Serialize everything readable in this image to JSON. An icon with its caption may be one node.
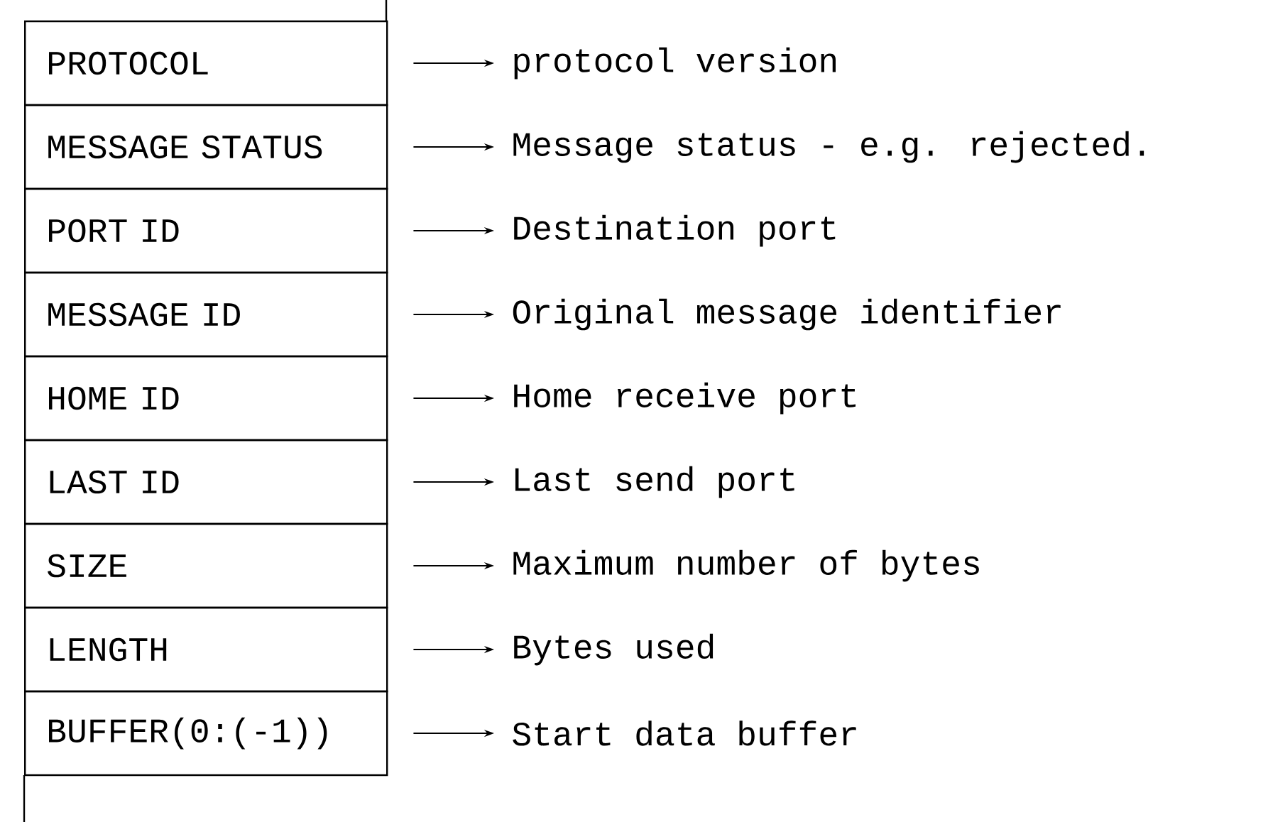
{
  "diagram": {
    "nodes": [
      {
        "text": [
          "PROTOCOL"
        ]
      },
      {
        "text": [
          "protocol version"
        ]
      },
      {
        "text": [
          "MESSAGE STATUS"
        ]
      },
      {
        "text": [
          "Message status - e.g. rejected."
        ]
      },
      {
        "text": [
          "PORT ID"
        ]
      },
      {
        "text": [
          "Destination port"
        ]
      },
      {
        "text": [
          "MESSAGE ID"
        ]
      },
      {
        "text": [
          "Original message identifier"
        ]
      },
      {
        "text": [
          "HOME ID"
        ]
      },
      {
        "text": [
          "Home receive port"
        ]
      },
      {
        "text": [
          "LAST ID"
        ]
      },
      {
        "text": [
          "Last send port"
        ]
      },
      {
        "text": [
          "SIZE"
        ]
      },
      {
        "text": [
          "Maximum number of bytes"
        ]
      },
      {
        "text": [
          "LENGTH"
        ]
      },
      {
        "text": [
          "Bytes used"
        ]
      },
      {
        "text": [
          "BUFFER(0:(-1))"
        ]
      },
      {
        "text": [
          "Start data buffer"
        ]
      }
    ],
    "edges": [
      {
        "from": 0,
        "to": 1,
        "arrow": "to"
      },
      {
        "from": 2,
        "to": 3,
        "arrow": "to"
      },
      {
        "from": 4,
        "to": 5,
        "arrow": "to"
      },
      {
        "from": 6,
        "to": 7,
        "arrow": "to"
      },
      {
        "from": 8,
        "to": 9,
        "arrow": "to"
      },
      {
        "from": 10,
        "to": 11,
        "arrow": "to"
      },
      {
        "from": 12,
        "to": 13,
        "arrow": "to"
      },
      {
        "from": 14,
        "to": 15,
        "arrow": "to"
      },
      {
        "from": 16,
        "to": 17,
        "arrow": "to"
      }
    ]
  }
}
